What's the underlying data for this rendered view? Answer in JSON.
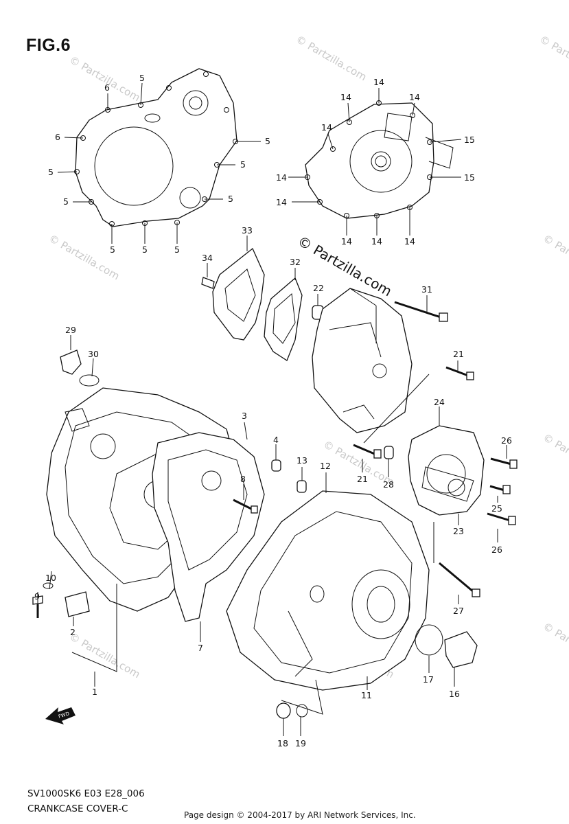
{
  "title": "FIG.6",
  "footer": {
    "model_code": "SV1000SK6 E03 E28_006",
    "name": "CRANKCASE COVER-C",
    "credit": "Page design © 2004-2017 by ARI Network Services, Inc."
  },
  "watermark": {
    "text": "© Partzilla.com"
  },
  "fwd_label": "FWD",
  "labels": [
    {
      "id": "l1",
      "text": "1"
    },
    {
      "id": "l2",
      "text": "2"
    },
    {
      "id": "l3",
      "text": "3"
    },
    {
      "id": "l4",
      "text": "4"
    },
    {
      "id": "l5a",
      "text": "5"
    },
    {
      "id": "l5b",
      "text": "5"
    },
    {
      "id": "l5c",
      "text": "5"
    },
    {
      "id": "l5d",
      "text": "5"
    },
    {
      "id": "l5e",
      "text": "5"
    },
    {
      "id": "l5f",
      "text": "5"
    },
    {
      "id": "l5g",
      "text": "5"
    },
    {
      "id": "l5h",
      "text": "5"
    },
    {
      "id": "l5i",
      "text": "5"
    },
    {
      "id": "l6a",
      "text": "6"
    },
    {
      "id": "l6b",
      "text": "6"
    },
    {
      "id": "l7",
      "text": "7"
    },
    {
      "id": "l8",
      "text": "8"
    },
    {
      "id": "l9",
      "text": "9"
    },
    {
      "id": "l10",
      "text": "10"
    },
    {
      "id": "l11",
      "text": "11"
    },
    {
      "id": "l12",
      "text": "12"
    },
    {
      "id": "l13",
      "text": "13"
    },
    {
      "id": "l14a",
      "text": "14"
    },
    {
      "id": "l14b",
      "text": "14"
    },
    {
      "id": "l14c",
      "text": "14"
    },
    {
      "id": "l14d",
      "text": "14"
    },
    {
      "id": "l14e",
      "text": "14"
    },
    {
      "id": "l14f",
      "text": "14"
    },
    {
      "id": "l14g",
      "text": "14"
    },
    {
      "id": "l14h",
      "text": "14"
    },
    {
      "id": "l14i",
      "text": "14"
    },
    {
      "id": "l15a",
      "text": "15"
    },
    {
      "id": "l15b",
      "text": "15"
    },
    {
      "id": "l16",
      "text": "16"
    },
    {
      "id": "l17",
      "text": "17"
    },
    {
      "id": "l18",
      "text": "18"
    },
    {
      "id": "l19",
      "text": "19"
    },
    {
      "id": "l21a",
      "text": "21"
    },
    {
      "id": "l21b",
      "text": "21"
    },
    {
      "id": "l22",
      "text": "22"
    },
    {
      "id": "l23",
      "text": "23"
    },
    {
      "id": "l24",
      "text": "24"
    },
    {
      "id": "l25",
      "text": "25"
    },
    {
      "id": "l26a",
      "text": "26"
    },
    {
      "id": "l26b",
      "text": "26"
    },
    {
      "id": "l27",
      "text": "27"
    },
    {
      "id": "l28",
      "text": "28"
    },
    {
      "id": "l29",
      "text": "29"
    },
    {
      "id": "l30",
      "text": "30"
    },
    {
      "id": "l31",
      "text": "31"
    },
    {
      "id": "l32",
      "text": "32"
    },
    {
      "id": "l33",
      "text": "33"
    },
    {
      "id": "l34",
      "text": "34"
    }
  ]
}
